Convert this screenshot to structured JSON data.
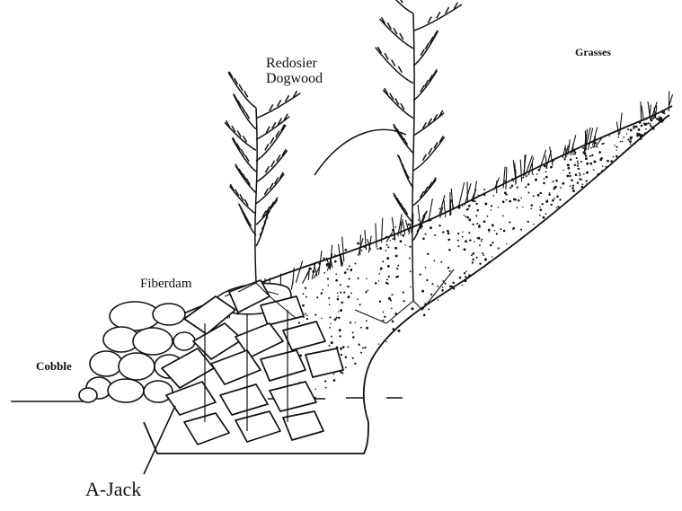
{
  "labels": {
    "redosier": "Redosier\nDogwood",
    "grasses": "Grasses",
    "fiberdam": "Fiberdam",
    "cobble": "Cobble",
    "ajack": "A-Jack"
  },
  "colors": {
    "ink": "#111111",
    "paper": "#ffffff"
  }
}
